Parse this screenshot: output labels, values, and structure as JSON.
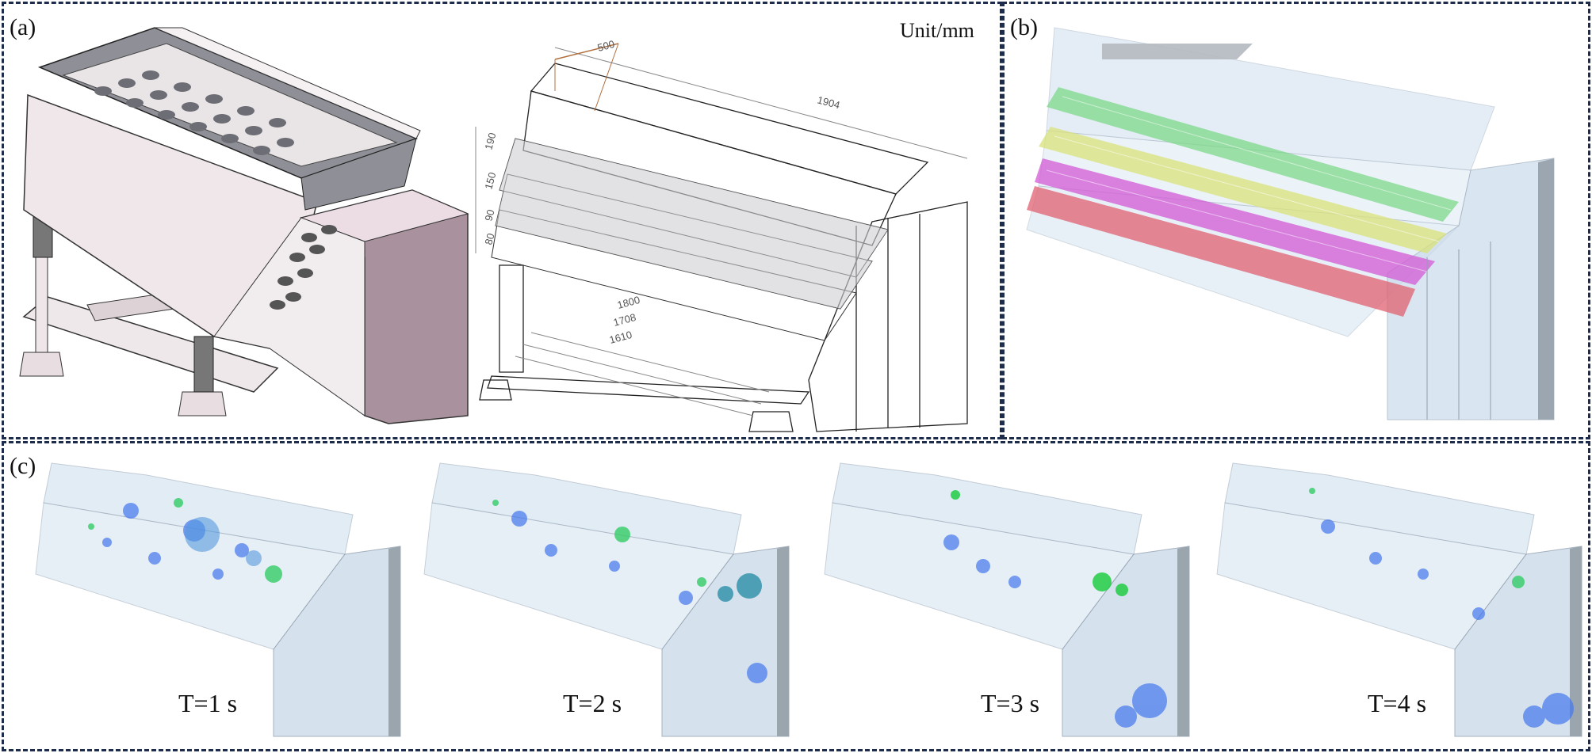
{
  "panels": {
    "a": {
      "label": "(a)",
      "unit": "Unit/mm"
    },
    "b": {
      "label": "(b)"
    },
    "c": {
      "label": "(c)"
    }
  },
  "dimensions": [
    "1904",
    "1800",
    "1708",
    "1610",
    "190",
    "150",
    "90",
    "80",
    "500"
  ],
  "time_labels": [
    "T=1 s",
    "T=2 s",
    "T=3 s",
    "T=4 s"
  ],
  "colors": {
    "frame": "#1c2c4a",
    "enclosure": "#cfe0f0",
    "screen_green": "#7dd88a",
    "screen_yellow": "#d9e27a",
    "screen_magenta": "#d35ad6",
    "screen_red": "#e06070",
    "particle_green": "#22cc55",
    "particle_blue": "#3355dd"
  }
}
